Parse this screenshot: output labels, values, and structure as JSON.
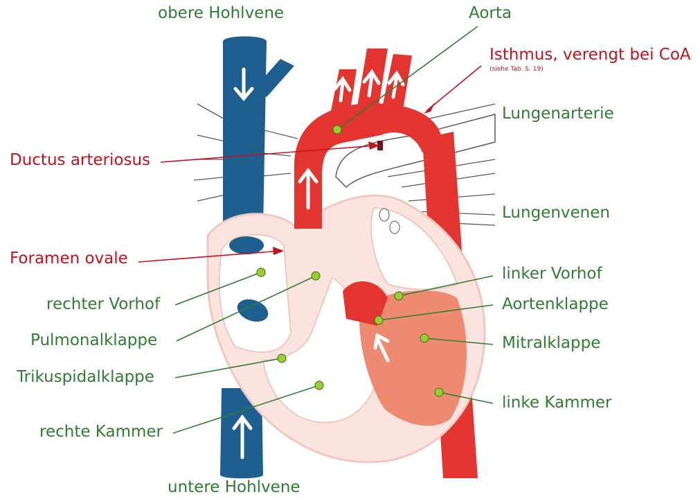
{
  "labels": {
    "obere_hohlvene": "obere Hohlvene",
    "aorta": "Aorta",
    "isthmus": "Isthmus, verengt bei CoA",
    "isthmus_note": "(siehe Tab. S. 19)",
    "lungenarterie": "Lungenarterie",
    "ductus": "Ductus arteriosus",
    "lungenvenen": "Lungenvenen",
    "foramen": "Foramen ovale",
    "linker_vorhof": "linker Vorhof",
    "rechter_vorhof": "rechter Vorhof",
    "aortenklappe": "Aortenklappe",
    "pulmonalklappe": "Pulmonalklappe",
    "mitralklappe": "Mitralklappe",
    "trikuspidalklappe": "Trikuspidalklappe",
    "linke_kammer": "linke Kammer",
    "rechte_kammer": "rechte Kammer",
    "untere_hohlvene": "untere Hohlvene"
  },
  "colors": {
    "label_green": "#2e7d32",
    "label_red": "#c4121d",
    "vein_blue": "#1f5f8f",
    "artery_red": "#e3342f",
    "heart_wall": "#fbe3df",
    "left_ventricle": "#ee8a72",
    "leader_green": "#2e7d32",
    "marker_green": "#9acd32"
  }
}
